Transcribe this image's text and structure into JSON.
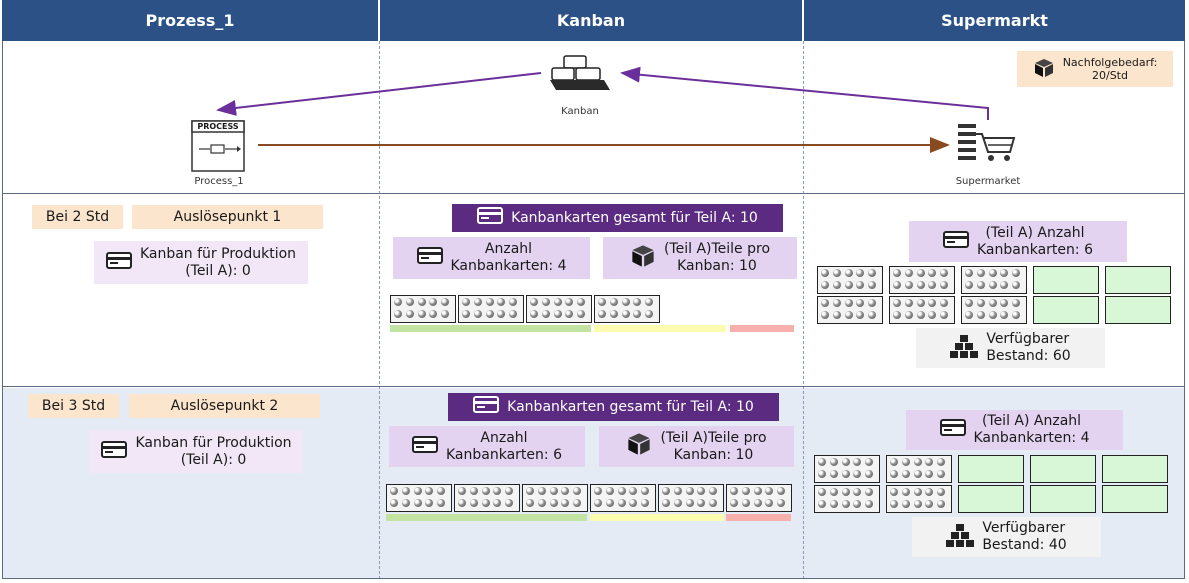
{
  "headers": {
    "col1": "Prozess_1",
    "col2": "Kanban",
    "col3": "Supermarkt"
  },
  "icons": {
    "process": "process-icon",
    "kanban": "kanban-post-icon",
    "supermarket": "supermarket-cart-icon",
    "card": "kanban-card-icon",
    "box": "box-icon",
    "stock": "stacked-boxes-icon",
    "bin_full": "filled-container-icon",
    "bin_empty": "empty-container-icon"
  },
  "colors": {
    "header": "#2b5187",
    "arrow_purple": "#6a2f9a",
    "arrow_brown": "#8a4a1f",
    "purple_box": "#5b2b82",
    "lilac_box": "#e3d3f1",
    "peach_box": "#fbe5cc",
    "bar_green": "#c3e3a3",
    "bar_yellow": "#fcfcb0",
    "bar_red": "#f7b0ac",
    "bin_empty": "#d8f7d6"
  },
  "flow": {
    "process_title": "PROCESS",
    "process_label": "Process_1",
    "kanban_label": "Kanban",
    "supermarket_label": "Supermarket",
    "demand_label": "Nachfolgebedarf:",
    "demand_value": "20/Std"
  },
  "rows": [
    {
      "schedule": "Bei 2 Std",
      "trigger": "Auslösepunkt 1",
      "production_line1": "Kanban für Produktion",
      "production_line2": "(Teil A): 0",
      "cards_total": "Kanbankarten gesamt für Teil A: 10",
      "kanban_count_line1": "Anzahl",
      "kanban_count_line2": "Kanbankarten: 4",
      "parts_line1": "(Teil A)Teile pro",
      "parts_line2": "Kanban: 10",
      "filled_bins": 4,
      "super_count_line1": "(Teil A) Anzahl",
      "super_count_line2": "Kanbankarten: 6",
      "super_filled": 6,
      "super_empty": 4,
      "stock_line1": "Verfügbarer",
      "stock_line2": "Bestand: 60"
    },
    {
      "schedule": "Bei 3 Std",
      "trigger": "Auslösepunkt 2",
      "production_line1": "Kanban für Produktion",
      "production_line2": "(Teil A): 0",
      "cards_total": "Kanbankarten gesamt für Teil A: 10",
      "kanban_count_line1": "Anzahl",
      "kanban_count_line2": "Kanbankarten: 6",
      "parts_line1": "(Teil A)Teile pro",
      "parts_line2": "Kanban: 10",
      "filled_bins": 6,
      "super_count_line1": "(Teil A) Anzahl",
      "super_count_line2": "Kanbankarten: 4",
      "super_filled": 4,
      "super_empty": 6,
      "stock_line1": "Verfügbarer",
      "stock_line2": "Bestand: 40"
    }
  ]
}
